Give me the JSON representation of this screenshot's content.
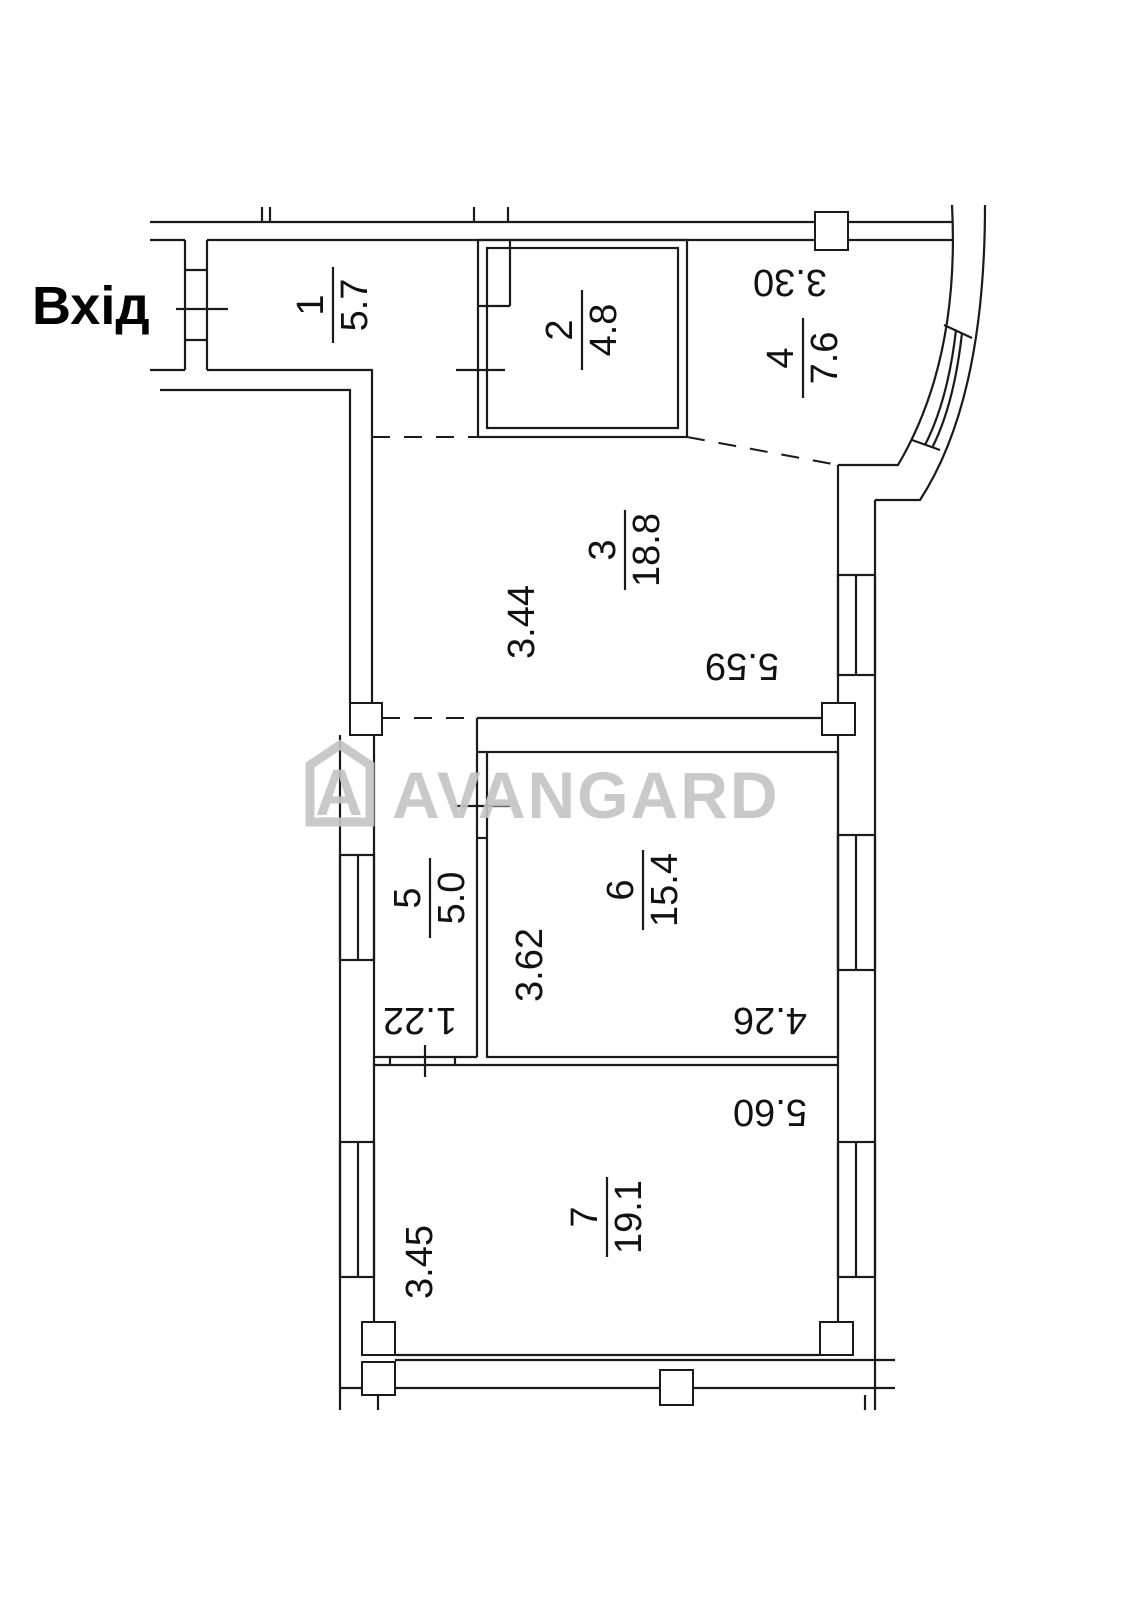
{
  "entry_label": "Вхід",
  "watermark": {
    "text": "AVANGARD",
    "logo_letter": "A",
    "color": "#c4c4c4"
  },
  "rooms": [
    {
      "number": "1",
      "area": "5.7"
    },
    {
      "number": "2",
      "area": "4.8"
    },
    {
      "number": "3",
      "area": "18.8"
    },
    {
      "number": "4",
      "area": "7.6"
    },
    {
      "number": "5",
      "area": "5.0"
    },
    {
      "number": "6",
      "area": "15.4"
    },
    {
      "number": "7",
      "area": "19.1"
    }
  ],
  "dimensions": {
    "room4_width": "3.30",
    "room3_width": "3.44",
    "room3_length": "5.59",
    "room6_width": "3.62",
    "room5_width": "1.22",
    "room6_length": "4.26",
    "room7_length": "5.60",
    "room7_width": "3.45"
  }
}
